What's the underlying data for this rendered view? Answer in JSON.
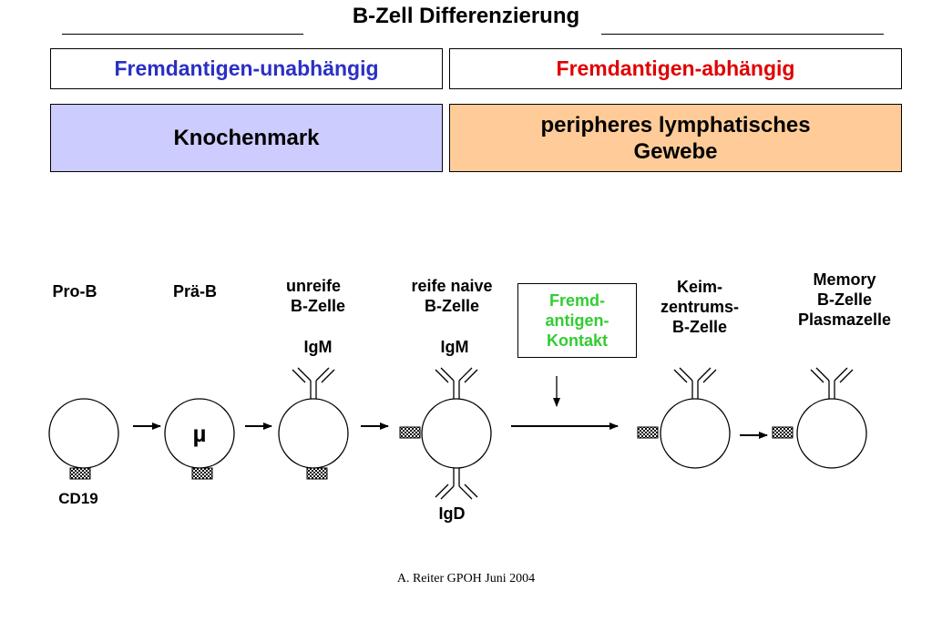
{
  "title": "B-Zell Differenzierung",
  "columns": {
    "left_header": "Fremdantigen-unabhängig",
    "right_header": "Fremdantigen-abhängig",
    "left_location": "Knochenmark",
    "right_location_line1": "peripheres lymphatisches",
    "right_location_line2": "Gewebe"
  },
  "colors": {
    "left_header_text": "#2b2fc4",
    "right_header_text": "#e00000",
    "left_location_fill": "#ccccff",
    "right_location_fill": "#ffcc99",
    "contact_text": "#33cc33"
  },
  "stages": {
    "pro_b": "Pro-B",
    "pre_b": "Prä-B",
    "immature_line1": "unreife",
    "immature_line2": "B-Zelle",
    "mature_line1": "reife naive",
    "mature_line2": "B-Zelle",
    "gc_line1": "Keim-",
    "gc_line2": "zentrums-",
    "gc_line3": "B-Zelle",
    "memory_line1": "Memory",
    "memory_line2": "B-Zelle",
    "memory_line3": "Plasmazelle"
  },
  "markers": {
    "igm_1": "IgM",
    "igm_2": "IgM",
    "igd": "IgD",
    "cd19": "CD19",
    "mu": "µ"
  },
  "contact": {
    "line1": "Fremd-",
    "line2": "antigen-",
    "line3": "Kontakt"
  },
  "footer": "A. Reiter GPOH Juni 2004"
}
